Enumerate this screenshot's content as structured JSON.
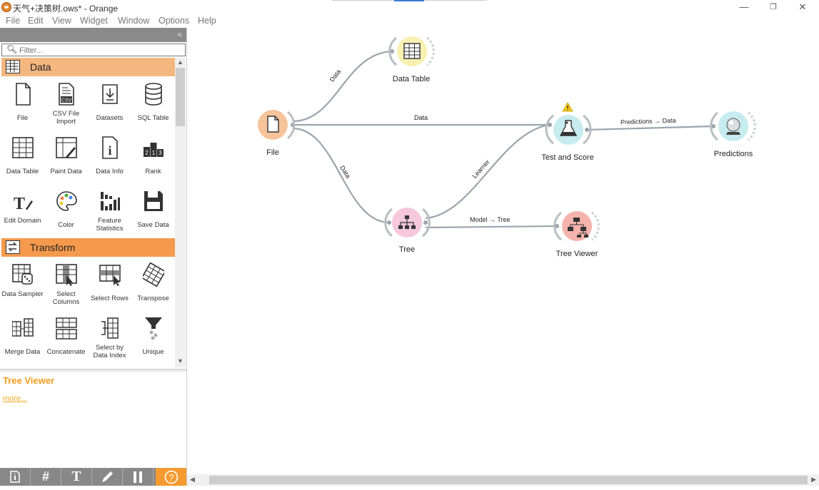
{
  "window": {
    "title": "天气+决策树.ows* - Orange",
    "minimize": "—",
    "restore": "❐",
    "close": "✕"
  },
  "menu": [
    "File",
    "Edit",
    "View",
    "Widget",
    "Window",
    "Options",
    "Help"
  ],
  "toolbox": {
    "collapse": "«",
    "filter_placeholder": "Filter...",
    "categories": [
      {
        "name": "Data",
        "color": "#f4b77f",
        "widgets": [
          {
            "name": "File",
            "icon": "file-icon"
          },
          {
            "name": "CSV File Import",
            "icon": "csv-icon"
          },
          {
            "name": "Datasets",
            "icon": "datasets-icon"
          },
          {
            "name": "SQL Table",
            "icon": "database-icon"
          },
          {
            "name": "Data Table",
            "icon": "table-icon"
          },
          {
            "name": "Paint Data",
            "icon": "paint-data-icon"
          },
          {
            "name": "Data Info",
            "icon": "info-icon"
          },
          {
            "name": "Rank",
            "icon": "rank-icon"
          },
          {
            "name": "Edit Domain",
            "icon": "edit-domain-icon"
          },
          {
            "name": "Color",
            "icon": "palette-icon"
          },
          {
            "name": "Feature Statistics",
            "icon": "feature-statistics-icon"
          },
          {
            "name": "Save Data",
            "icon": "save-icon"
          }
        ]
      },
      {
        "name": "Transform",
        "color": "#f59a4d",
        "widgets": [
          {
            "name": "Data Sampler",
            "icon": "data-sampler-icon"
          },
          {
            "name": "Select Columns",
            "icon": "select-columns-icon"
          },
          {
            "name": "Select Rows",
            "icon": "select-rows-icon"
          },
          {
            "name": "Transpose",
            "icon": "transpose-icon"
          },
          {
            "name": "Merge Data",
            "icon": "merge-data-icon"
          },
          {
            "name": "Concatenate",
            "icon": "concatenate-icon"
          },
          {
            "name": "Select by Data Index",
            "icon": "select-by-index-icon"
          },
          {
            "name": "Unique",
            "icon": "funnel-icon"
          }
        ]
      }
    ]
  },
  "description": {
    "title": "Tree Viewer",
    "more": "more..."
  },
  "bottom_toolbar": [
    "info-icon",
    "grid-icon",
    "text-icon",
    "pen-icon",
    "pause-icon",
    "help-icon"
  ],
  "workflow": {
    "nodes": [
      {
        "id": "file",
        "label": "File",
        "color": "#f6c39a",
        "icon": "file-icon"
      },
      {
        "id": "data-table",
        "label": "Data Table",
        "color": "#f7f0b0",
        "icon": "table-icon"
      },
      {
        "id": "test-score",
        "label": "Test and Score",
        "color": "#c7ecef",
        "icon": "flask-icon",
        "warning": "!"
      },
      {
        "id": "predictions",
        "label": "Predictions",
        "color": "#c7ecef",
        "icon": "crystal-ball-icon"
      },
      {
        "id": "tree",
        "label": "Tree",
        "color": "#f5c8da",
        "icon": "tree-icon"
      },
      {
        "id": "tree-viewer",
        "label": "Tree Viewer",
        "color": "#f5b3ad",
        "icon": "tree-viewer-icon"
      }
    ],
    "edges": [
      {
        "from": "file",
        "to": "data-table",
        "label": "Data"
      },
      {
        "from": "file",
        "to": "test-score",
        "label": "Data"
      },
      {
        "from": "file",
        "to": "tree",
        "label": "Data"
      },
      {
        "from": "tree",
        "to": "test-score",
        "label": "Learner"
      },
      {
        "from": "test-score",
        "to": "predictions",
        "label": "Predictions → Data"
      },
      {
        "from": "tree",
        "to": "tree-viewer",
        "label": "Model → Tree"
      }
    ]
  }
}
